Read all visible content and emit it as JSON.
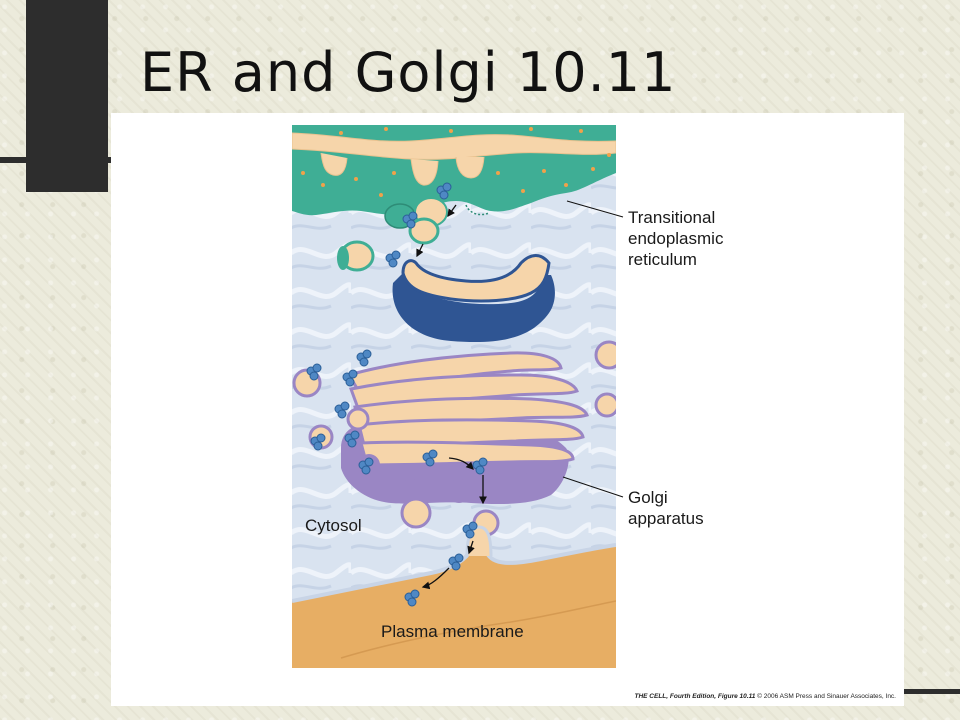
{
  "slide": {
    "title": "ER and Golgi 10.11"
  },
  "figure": {
    "labels": {
      "transitional_er_line1": "Transitional",
      "transitional_er_line2": "endoplasmic",
      "transitional_er_line3": "reticulum",
      "golgi_line1": "Golgi",
      "golgi_line2": "apparatus",
      "cytosol": "Cytosol",
      "plasma_membrane": "Plasma membrane"
    },
    "credit": {
      "source": "THE CELL, Fourth Edition, Figure 10.11",
      "copyright": "© 2006 ASM Press and Sinauer Associates, Inc."
    }
  },
  "colors": {
    "er_green": "#3fae95",
    "lumen_peach": "#f6d5aa",
    "cis_blue": "#2f5593",
    "golgi_purple": "#9a86c4",
    "plasma_orange": "#e7ae64",
    "cytosol_blue": "#d6e1ef",
    "cargo_blue": "#4f88c4"
  }
}
